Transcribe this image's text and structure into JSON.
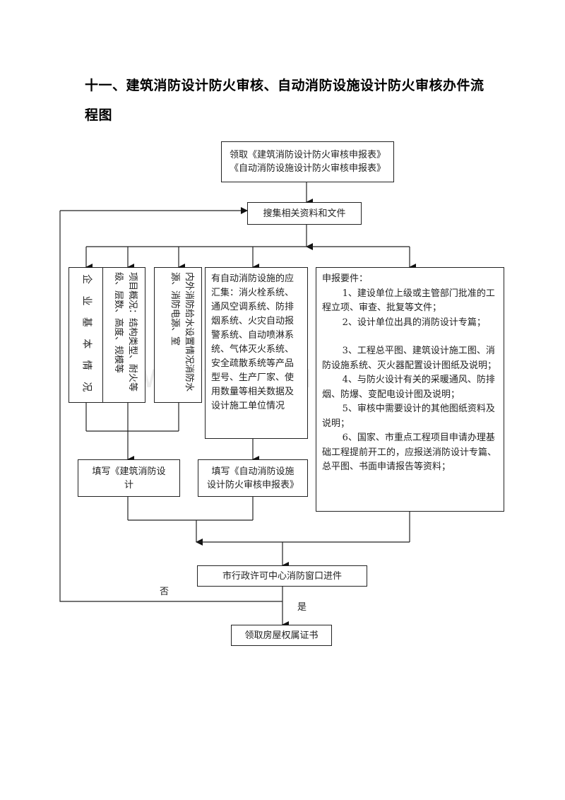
{
  "title": {
    "line1": "十一、建筑消防设计防火审核、自动消防设施设计防火审核办件流",
    "line2": "程图"
  },
  "nodes": {
    "get_forms": {
      "line1": "领取《建筑消防设计防火审核申报表》",
      "line2": "《自动消防设施设计防火审核申报表》"
    },
    "collect": "搜集相关资料和文件",
    "enterprise_info": "企 业 基 本 情 况",
    "project_overview": "项目概况：结构类型、耐火等级、层数、高度、规模等",
    "water_power": "内外消防给水设置情况消防水源、消防电源、室",
    "auto_facilities": "有自动消防设施的应汇集：消火栓系统、通风空调系统、防排烟系统、火灾自动报警系统、自动喷淋系统、气体灭火系统、安全疏散系统等产品型号、生产厂家、使用数量等相关数据及设计施工单位情况",
    "requirements": {
      "heading": "申报要件：",
      "items": [
        "1、建设单位上级或主管部门批准的工程立项、审查、批复等文件；",
        "2、设计单位出具的消防设计专篇；",
        "3、工程总平图、建筑设计施工图、消防设施系统、灭火器配置设计图纸及说明；",
        "4、与防火设计有关的采暖通风、防排烟、防爆、变配电设计图及说明；",
        "5、审核中需要设计的其他图纸资料及说明；",
        "6、国家、市重点工程项目申请办理基础工程提前开工的，应报送消防设计专篇、总平图、书面申请报告等资料；"
      ]
    },
    "fill_building": {
      "line1": "填写《建筑消防设",
      "line2": "计"
    },
    "fill_auto": {
      "line1": "填写《自动消防设施",
      "line2": "设计防火审核申报表》"
    },
    "window_submit": "市行政许可中心消防窗口进件",
    "get_certificate": "领取房屋权属证书"
  },
  "edge_labels": {
    "no": "否",
    "yes": "是"
  },
  "watermark": "www.zhulong.com"
}
